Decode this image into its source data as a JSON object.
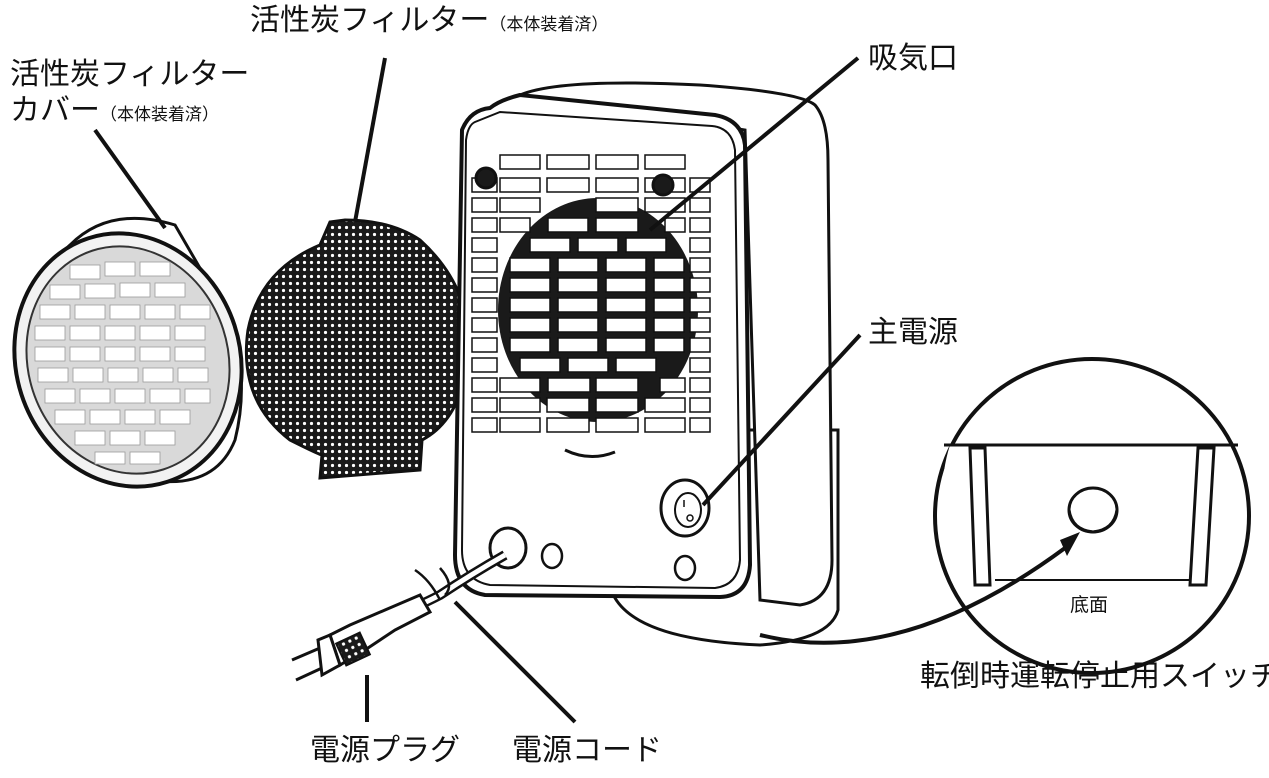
{
  "labels": {
    "filter_top": "活性炭フィルター",
    "filter_top_note": "（本体装着済）",
    "cover_line1": "活性炭フィルター",
    "cover_line2": "カバー",
    "cover_note": "（本体装着済）",
    "intake": "吸気口",
    "main_power": "主電源",
    "bottom": "底面",
    "tip_switch": "転倒時運転停止用スイッチ",
    "plug": "電源プラグ",
    "cord": "電源コード"
  }
}
